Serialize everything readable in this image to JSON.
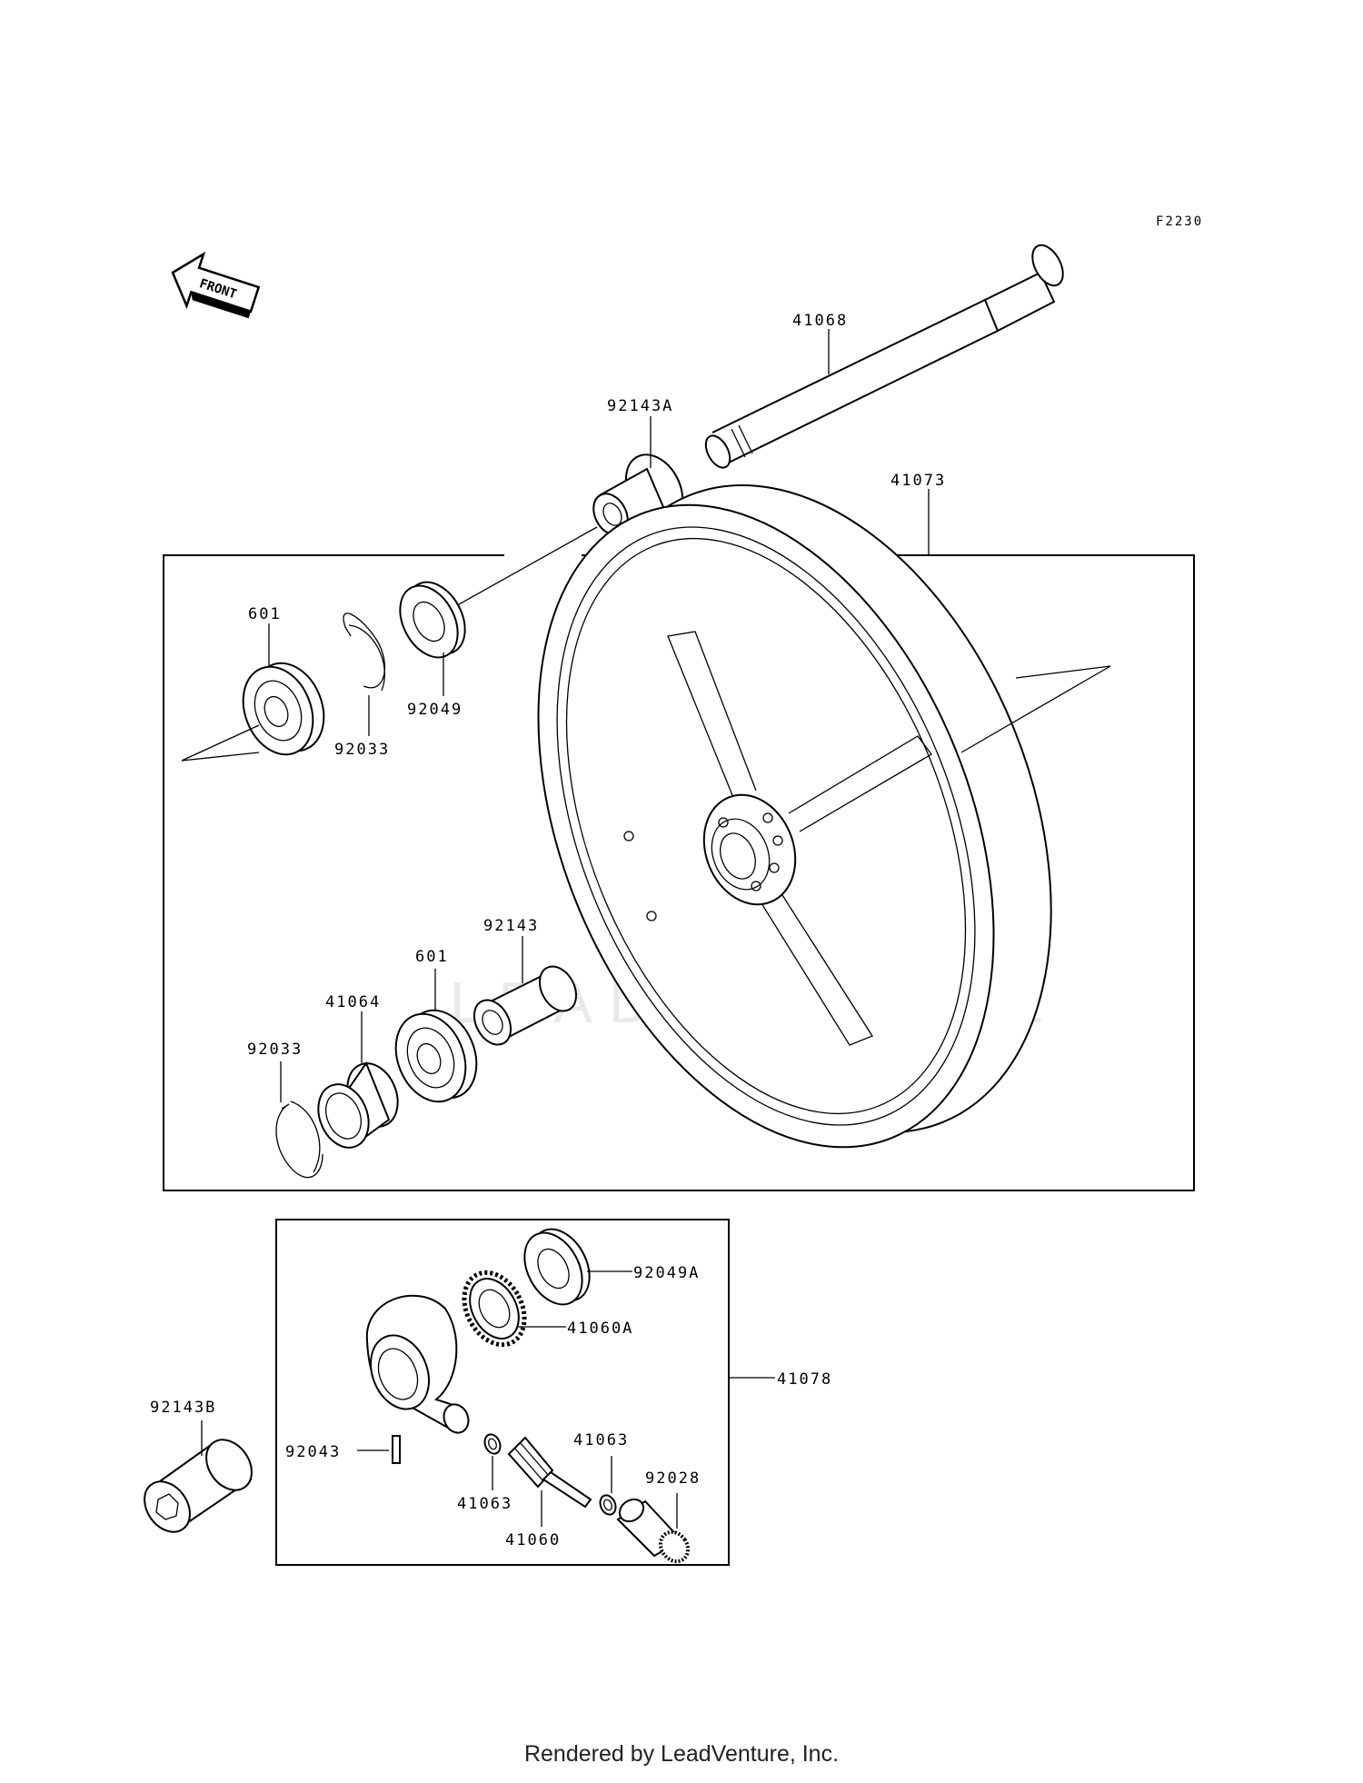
{
  "diagram_code": "F2230",
  "front_arrow_text": "FRONT",
  "watermark": "LEADVENTURE",
  "footer": "Rendered by LeadVenture, Inc.",
  "parts": {
    "axle": "41068",
    "collar_a": "92143A",
    "wheel": "41073",
    "bearing_left": "601",
    "circlip_left": "92033",
    "seal_left": "92049",
    "collar_center": "92143",
    "bearing_right": "601",
    "retainer": "41064",
    "circlip_right": "92033",
    "seal_a": "92049A",
    "gear_a": "41060A",
    "gearbox_assy": "41078",
    "collar_b": "92143B",
    "pin": "92043",
    "washer_right": "41063",
    "washer_left": "41063",
    "plug": "92028",
    "pinion": "41060"
  }
}
